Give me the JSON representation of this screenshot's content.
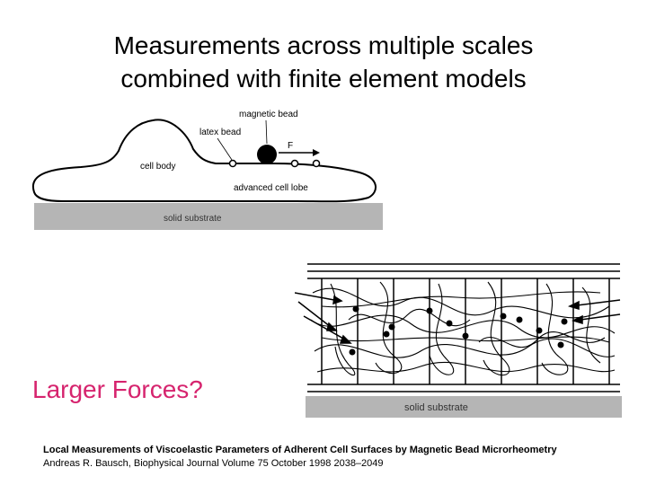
{
  "slide": {
    "title_line1": "Measurements across multiple scales",
    "title_line2": "combined with finite element models",
    "callout": "Larger Forces?",
    "citation_title": "Local Measurements of Viscoelastic Parameters of Adherent Cell Surfaces by Magnetic Bead Microrheometry",
    "citation_authors": "Andreas R. Bausch, Biophysical Journal Volume 75 October 1998 2038–2049"
  },
  "figure_cell": {
    "label_magnetic_bead": "magnetic bead",
    "label_latex_bead": "latex bead",
    "label_force": "F",
    "label_cell_body": "cell body",
    "label_cell_lobe": "advanced cell lobe",
    "label_substrate": "solid substrate"
  },
  "figure_network": {
    "label_substrate": "solid substrate"
  },
  "colors": {
    "callout": "#d6246e",
    "substrate": "#b5b5b5"
  }
}
